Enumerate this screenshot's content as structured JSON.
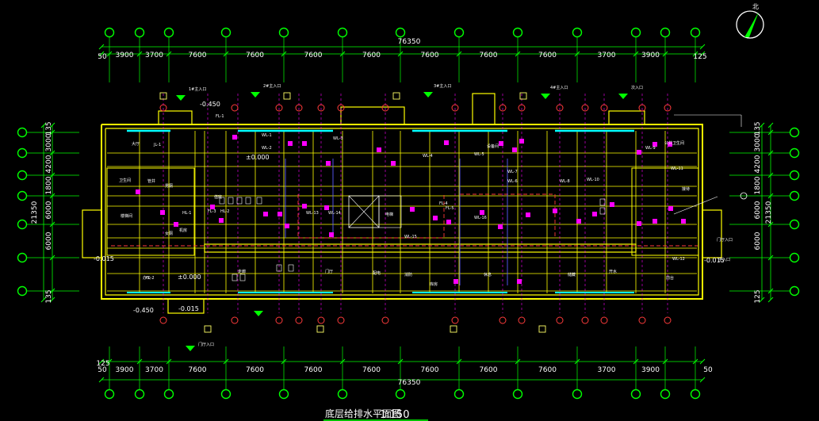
{
  "drawing": {
    "title": "底层给排水平面图",
    "scale": "1:150",
    "north_label": "北",
    "total_dimension_top": "76350",
    "total_dimension_bottom": "76350",
    "top_offsets": [
      "50",
      "125"
    ],
    "bottom_offsets": [
      "50",
      "125",
      "50"
    ],
    "spans": [
      "3900",
      "3700",
      "7600",
      "7600",
      "7600",
      "7600",
      "7600",
      "7600",
      "7600",
      "3700",
      "3900"
    ],
    "left_spans": [
      "3000",
      "4200",
      "1800",
      "6000",
      "6000"
    ],
    "left_total": "21350",
    "left_offsets": [
      "135",
      "135"
    ],
    "right_spans": [
      "3000",
      "4200",
      "1800",
      "6000",
      "6000"
    ],
    "right_total": "21350",
    "right_offsets": [
      "135",
      "125"
    ],
    "elevations": [
      "-0.450",
      "-0.450",
      "-0.015",
      "-0.015",
      "-0.015",
      "±0.000",
      "±0.000"
    ],
    "entrances": [
      "1#主入口",
      "2#主入口",
      "3#主入口",
      "4#主入口",
      "次入口",
      "门厅入口",
      "门厅入口",
      "主入口"
    ],
    "riser_tags": [
      "FL-1",
      "JL-1",
      "WL-1",
      "WL-2",
      "WL-3",
      "WL-4",
      "WL-5",
      "WL-6",
      "WL-7",
      "WL-8",
      "WL-9",
      "WL-10",
      "WL-11",
      "WL-12",
      "WL-13",
      "WL-14",
      "WL-15",
      "WL-16",
      "FL-2",
      "FL-3",
      "FL-4",
      "FL-5",
      "HL-1",
      "HL-2"
    ],
    "rooms": [
      "大厅",
      "卫生间",
      "男厕",
      "女厕",
      "值班",
      "楼梯间",
      "管井",
      "机房",
      "电梯",
      "库房",
      "办公",
      "走廊",
      "门厅",
      "配电",
      "消防",
      "休息",
      "储藏",
      "开水",
      "前台",
      "接待",
      "公共卫生间",
      "设备间"
    ]
  }
}
